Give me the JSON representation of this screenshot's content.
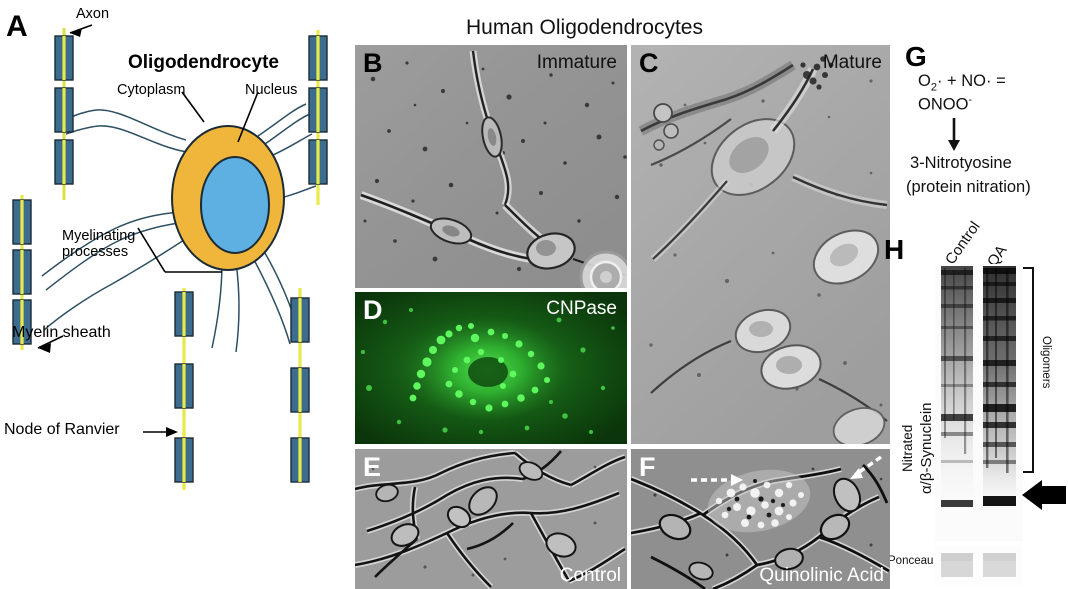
{
  "figure": {
    "title": "Human Oligodendrocytes"
  },
  "panel_a": {
    "letter": "A",
    "cell_title": "Oligodendrocyte",
    "labels": {
      "axon": "Axon",
      "cytoplasm": "Cytoplasm",
      "nucleus": "Nucleus",
      "myelinating_processes_line1": "Myelinating",
      "myelinating_processes_line2": "processes",
      "myelin_sheath": "Myelin sheath",
      "node_of_ranvier": "Node of Ranvier"
    },
    "colors": {
      "cytoplasm": "#F0B63C",
      "nucleus": "#5EB0E3",
      "myelin": "#3C6D8E",
      "axon": "#E8EA4A",
      "outline": "#1b2b36",
      "process_line": "#2d4f63"
    }
  },
  "panel_b": {
    "letter": "B",
    "caption": "Immature"
  },
  "panel_c": {
    "letter": "C",
    "caption": "Mature"
  },
  "panel_d": {
    "letter": "D",
    "caption": "CNPase",
    "color": "#1e8c1e"
  },
  "panel_e": {
    "letter": "E",
    "caption": "Control"
  },
  "panel_f": {
    "letter": "F",
    "caption": "Quinolinic Acid"
  },
  "panel_g": {
    "letter": "G",
    "reaction_line1_a": "O",
    "reaction_line1_sub": "2",
    "reaction_line1_b": "· + NO· =",
    "reaction_line2": "ONOO",
    "reaction_line2_sup": "-",
    "product_line1": "3-Nitrotyosine",
    "product_line2": "(protein nitration)"
  },
  "panel_h": {
    "letter": "H",
    "y_axis_line1": "Nitrated",
    "y_axis_line2": "α/β-Synuclein",
    "lanes": [
      "Control",
      "QA"
    ],
    "oligomers_label": "Oligomers",
    "ponceau_label": "Ponceau"
  }
}
